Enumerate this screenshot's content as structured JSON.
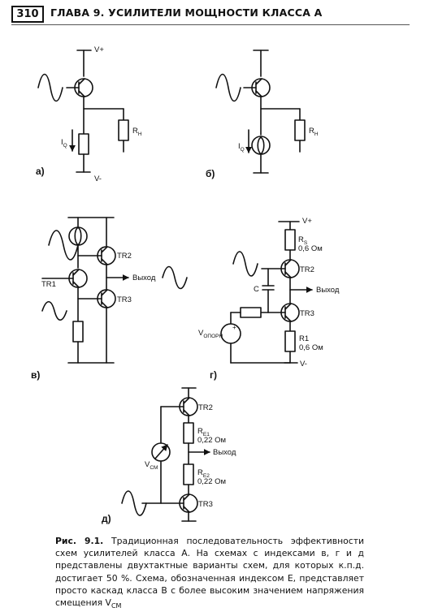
{
  "header": {
    "page_number": "310",
    "chapter_title": "ГЛАВА 9. УСИЛИТЕЛИ МОЩНОСТИ КЛАССА А"
  },
  "figures": {
    "a": {
      "tag": "а)",
      "vplus": "V+",
      "vminus": "V-",
      "iq": "I",
      "iq_sub": "Q",
      "rh": "R",
      "rh_sub": "H"
    },
    "b": {
      "tag": "б)",
      "iq": "I",
      "iq_sub": "Q",
      "rh": "R",
      "rh_sub": "H"
    },
    "v": {
      "tag": "в)",
      "tr1": "TR1",
      "tr2": "TR2",
      "tr3": "TR3",
      "out": "Выход"
    },
    "g": {
      "tag": "г)",
      "vplus": "V+",
      "vminus": "V-",
      "rs": "R",
      "rs_sub": "S",
      "rs_val": "0,6 Ом",
      "tr2": "TR2",
      "tr3": "TR3",
      "c": "C",
      "out": "Выход",
      "vref": "V",
      "vref_sub": "ОПОРН",
      "r1": "R1",
      "r1_val": "0,6 Ом"
    },
    "d": {
      "tag": "д)",
      "tr2": "TR2",
      "tr3": "TR3",
      "re1": "R",
      "re1_sub": "E1",
      "re1_val": "0,22 Ом",
      "re2": "R",
      "re2_sub": "E2",
      "re2_val": "0,22 Ом",
      "vcm": "V",
      "vcm_sub": "CM",
      "out": "Выход"
    }
  },
  "caption": {
    "fig_label": "Рис. 9.1.",
    "text": "Традиционная последовательность эффективности схем усилителей класса А. На схемах с индексами в, г и д представлены двухтактные варианты схем, для которых к.п.д. достигает 50 %. Схема, обозначенная индексом Е, представляет просто каскад класса В с более высоким значением напряжения смещения V",
    "text_sub": "CM"
  }
}
